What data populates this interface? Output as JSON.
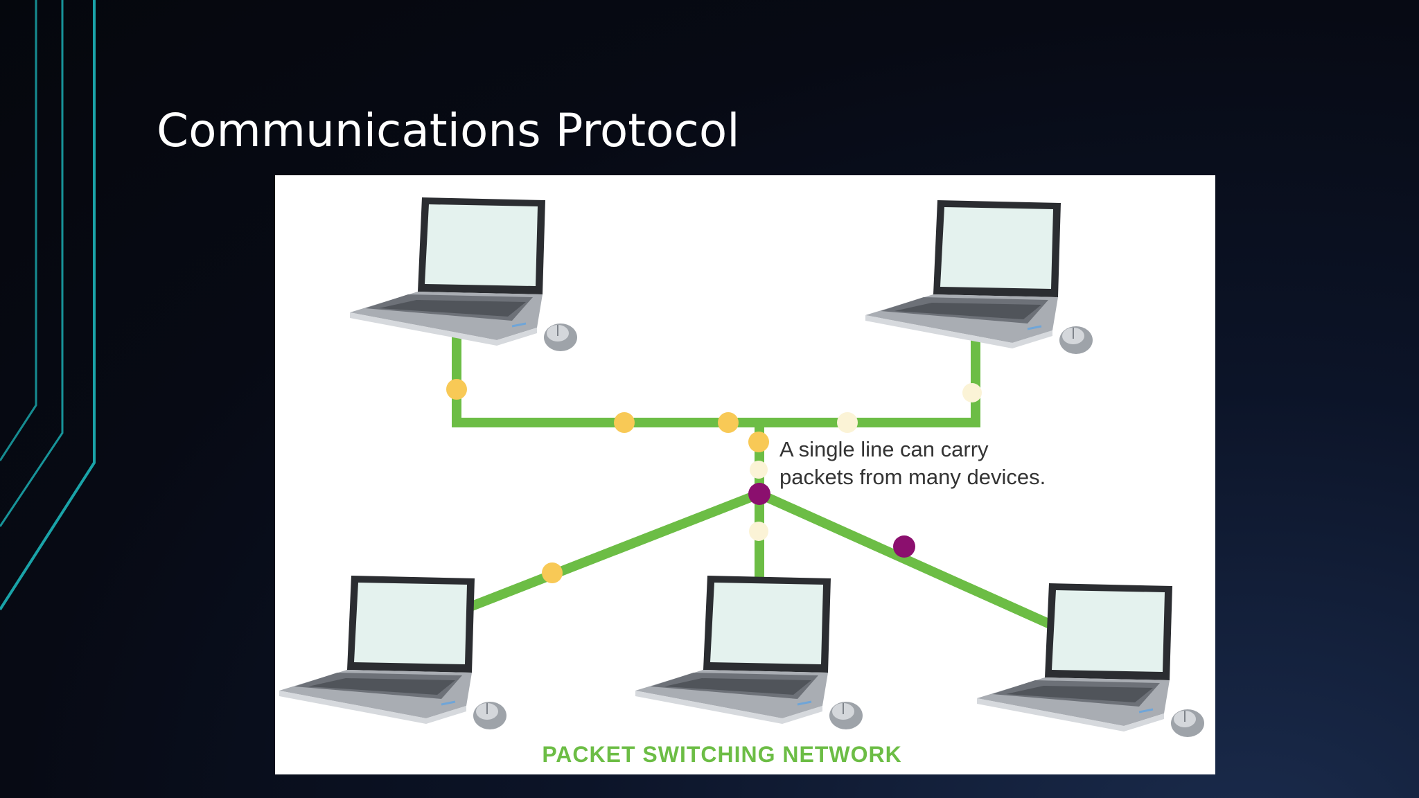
{
  "slide": {
    "title": "Communications Protocol"
  },
  "diagram": {
    "callout_line1": "A single line can carry",
    "callout_line2": "packets from many devices.",
    "network_label": "PACKET SWITCHING NETWORK",
    "colors": {
      "link": "#6cbd45",
      "packet_yellow": "#f8c956",
      "packet_cream": "#fbf3d6",
      "packet_purple": "#8b0f6e",
      "accent_teal": "#1aa3a8",
      "label_green": "#6cbd45"
    },
    "nodes": [
      {
        "name": "laptop-top-left",
        "icon": "laptop-icon"
      },
      {
        "name": "laptop-top-right",
        "icon": "laptop-icon"
      },
      {
        "name": "laptop-bottom-left",
        "icon": "laptop-icon"
      },
      {
        "name": "laptop-bottom-center",
        "icon": "laptop-icon"
      },
      {
        "name": "laptop-bottom-right",
        "icon": "laptop-icon"
      }
    ]
  }
}
